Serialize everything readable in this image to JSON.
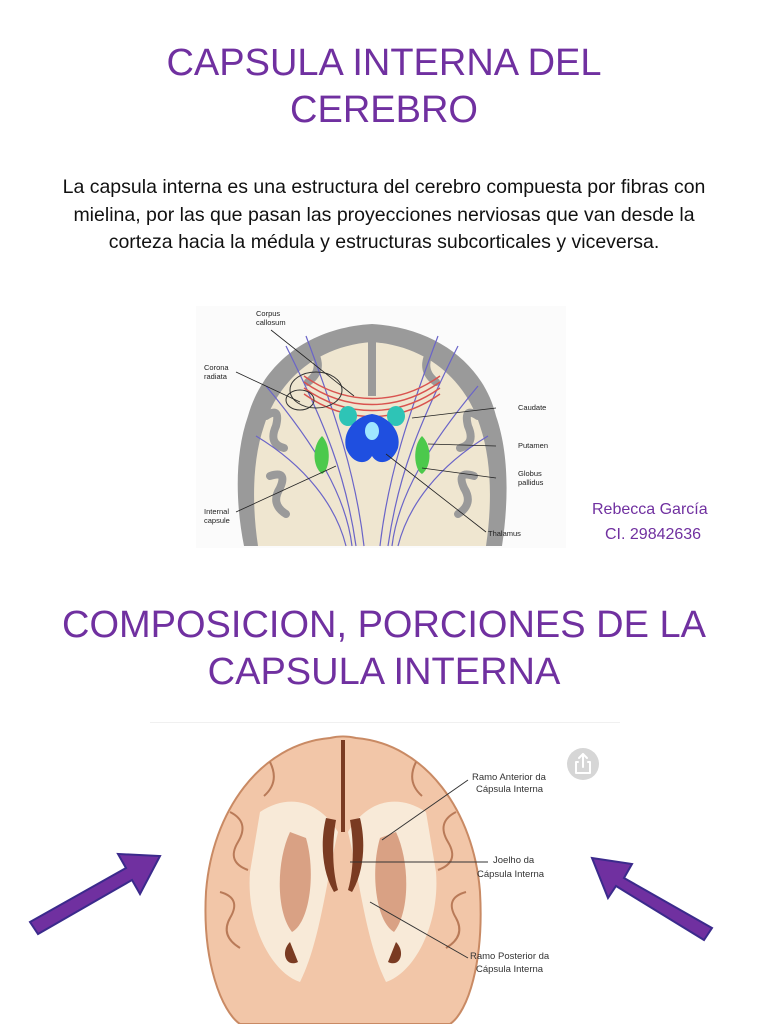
{
  "title1": {
    "line1": "CAPSULA INTERNA DEL",
    "line2": "CEREBRO"
  },
  "intro": "La capsula interna es una estructura del cerebro compuesta por fibras con mielina, por las que pasan las proyecciones nerviosas que van desde la corteza hacia la médula y estructuras subcorticales y viceversa.",
  "figure1": {
    "labels": {
      "corpus_callosum_1": "Corpus",
      "corpus_callosum_2": "callosum",
      "corona_radiata_1": "Corona",
      "corona_radiata_2": "radiata",
      "internal_capsule_1": "Internal",
      "internal_capsule_2": "capsule",
      "caudate": "Caudate",
      "putamen": "Putamen",
      "globus_pallidus_1": "Globus",
      "globus_pallidus_2": "pallidus",
      "thalamus": "Thalamus"
    }
  },
  "author": {
    "name": "Rebecca García",
    "ci": "CI. 29842636"
  },
  "title2": {
    "line1": "COMPOSICION, PORCIONES DE LA",
    "line2": "CAPSULA INTERNA"
  },
  "figure2": {
    "labels": {
      "anterior_1": "Ramo Anterior da",
      "anterior_2": "Cápsula Interna",
      "genu_1": "Joelho da",
      "genu_2": "Cápsula Interna",
      "posterior_1": "Ramo Posterior da",
      "posterior_2": "Cápsula Interna"
    },
    "share_icon": "share-icon"
  },
  "colors": {
    "accent": "#7030a0",
    "arrow": "#7030a0",
    "caudate": "#2ec4b6",
    "thalamus": "#1f4fe0",
    "putamen": "#4cc94c",
    "fibers": "#6a64c8",
    "callosum": "#d9534f"
  }
}
